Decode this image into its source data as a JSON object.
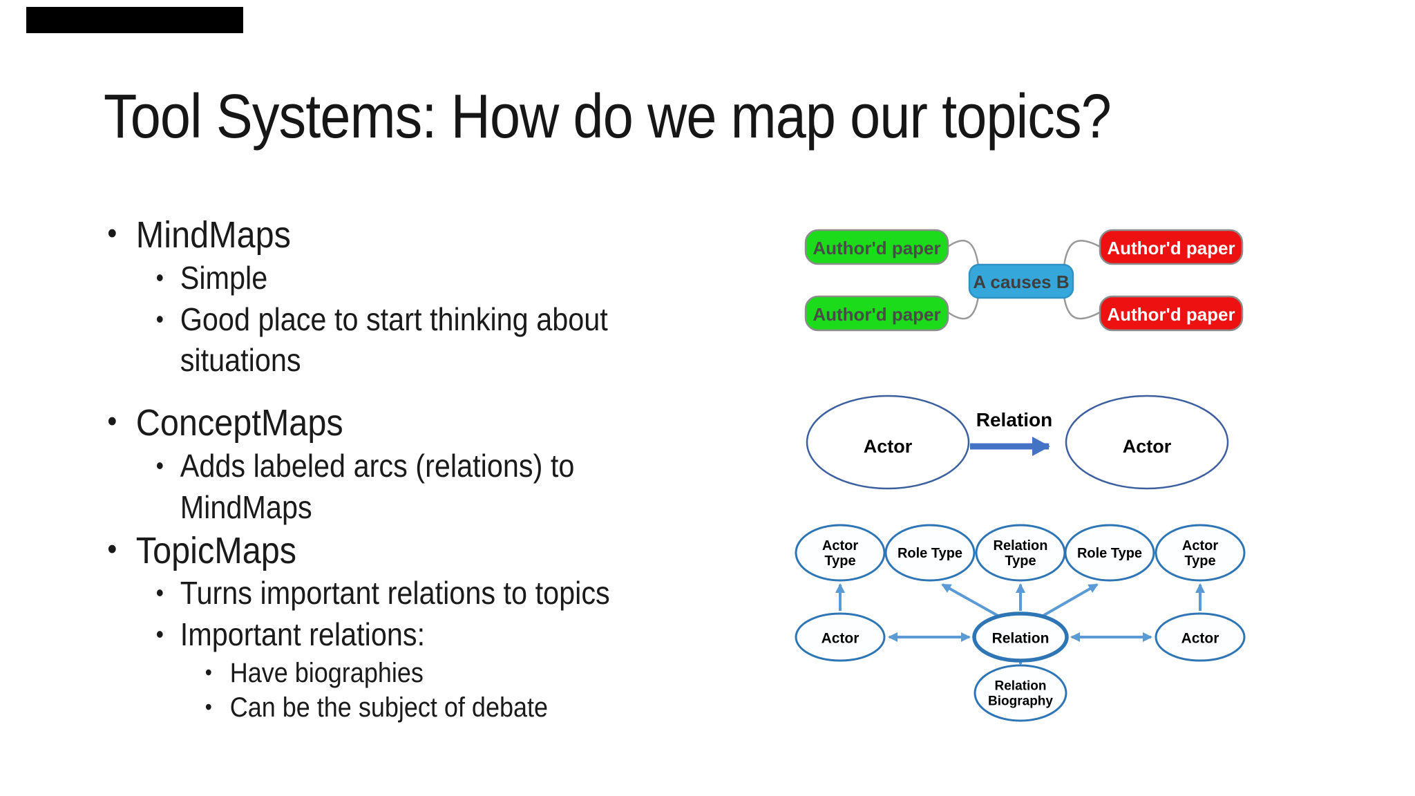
{
  "slide": {
    "title": "Tool Systems: How do we map our topics?",
    "background": "#ffffff"
  },
  "bullets": [
    {
      "level": 1,
      "text": "MindMaps"
    },
    {
      "level": 2,
      "text": "Simple"
    },
    {
      "level": 2,
      "text": "Good place to start thinking about situations"
    },
    {
      "level": 1,
      "text": "ConceptMaps"
    },
    {
      "level": 2,
      "text": "Adds labeled arcs (relations) to MindMaps"
    },
    {
      "level": 1,
      "text": "TopicMaps"
    },
    {
      "level": 2,
      "text": "Turns important relations to topics"
    },
    {
      "level": 2,
      "text": "Important relations:"
    },
    {
      "level": 3,
      "text": "Have biographies"
    },
    {
      "level": 3,
      "text": "Can be the subject of debate"
    }
  ],
  "mindmap": {
    "nodes": {
      "left_top": "Author'd paper",
      "left_bottom": "Author'd paper",
      "center": "A causes B",
      "right_top": "Author'd paper",
      "right_bottom": "Author'd paper"
    },
    "colors": {
      "source_green": "#1bdb1b",
      "target_red": "#ee1111",
      "relation_blue": "#35a7da",
      "connector_gray": "#999999",
      "green_text": "#4a4a4a",
      "red_text": "#ffffff",
      "blue_text": "#3f3f3f"
    }
  },
  "conceptmap": {
    "left": "Actor",
    "right": "Actor",
    "arrow_label": "Relation",
    "colors": {
      "ellipse_stroke": "#3c5fa0",
      "arrow_blue": "#4472c4",
      "text": "#000000"
    }
  },
  "topicmap": {
    "top_row": [
      {
        "l1": "Actor",
        "l2": "Type"
      },
      {
        "l1": "Role Type"
      },
      {
        "l1": "Relation",
        "l2": "Type"
      },
      {
        "l1": "Role Type"
      },
      {
        "l1": "Actor",
        "l2": "Type"
      }
    ],
    "middle_row": [
      "Actor",
      "Relation",
      "Actor"
    ],
    "bottom": {
      "l1": "Relation",
      "l2": "Biography"
    },
    "colors": {
      "ellipse_stroke": "#2e75b6",
      "arrow": "#5b9bd5",
      "text": "#000000"
    }
  }
}
